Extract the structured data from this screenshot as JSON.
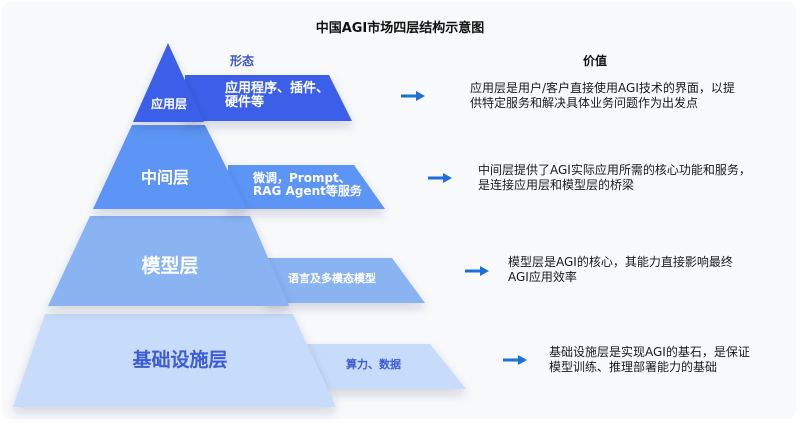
{
  "title": "中国AGI市场四层结构示意图",
  "headers": {
    "form": "形态",
    "value": "价值"
  },
  "colors": {
    "layer1": "#3a5ee8",
    "layer2": "#5b95f5",
    "layer3": "#8ab3f2",
    "layer4": "#c6dcfa",
    "arrow": "#1e6fd9",
    "form_header": "#3c57c9",
    "base_text": "#3d5bd6"
  },
  "layers": [
    {
      "name": "应用层",
      "form": [
        "应用程序、插件、",
        "硬件等"
      ],
      "arrow_icon": "right-arrow",
      "value": [
        "应用层是用户/客户直接使用AGI技术的界面，以提",
        "供特定服务和解决具体业务问题作为出发点"
      ]
    },
    {
      "name": "中间层",
      "form": [
        "微调，Prompt、",
        "RAG Agent等服务"
      ],
      "arrow_icon": "right-arrow",
      "value": [
        "中间层提供了AGI实际应用所需的核心功能和服务，",
        "是连接应用层和模型层的桥梁"
      ]
    },
    {
      "name": "模型层",
      "form": [
        "语言及多模态模型"
      ],
      "arrow_icon": "right-arrow",
      "value": [
        "模型层是AGI的核心，其能力直接影响最终",
        "AGI应用效率"
      ]
    },
    {
      "name": "基础设施层",
      "form": [
        "算力、数据"
      ],
      "arrow_icon": "right-arrow",
      "value": [
        "基础设施层是实现AGI的基石，是保证",
        "模型训练、推理部署能力的基础"
      ]
    }
  ]
}
